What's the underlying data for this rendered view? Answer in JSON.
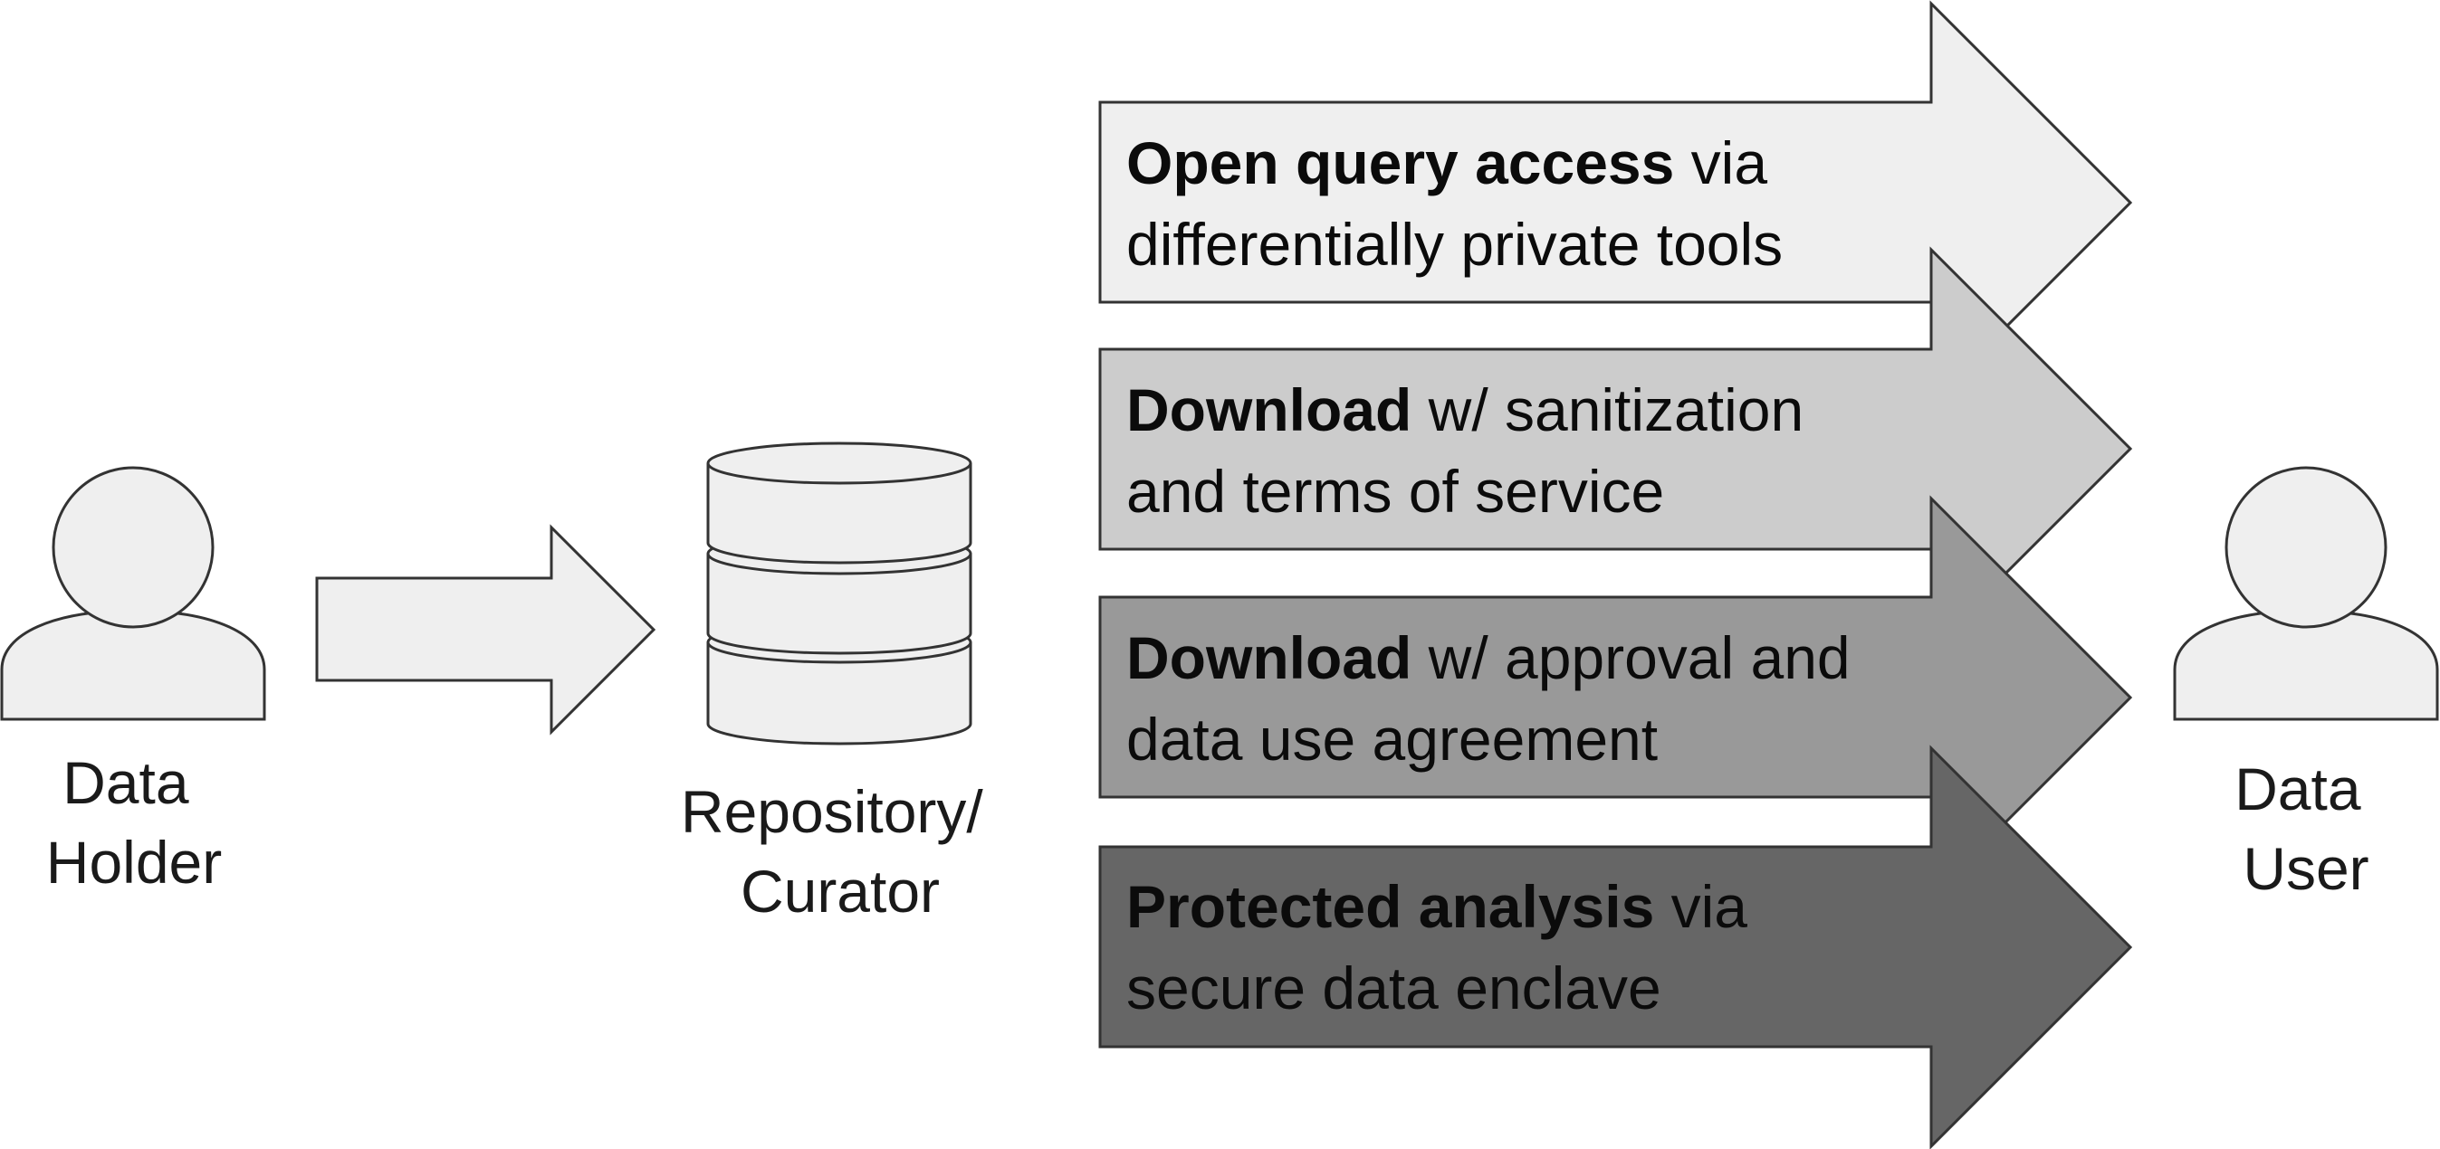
{
  "nodes": {
    "data_holder": {
      "line1": "Data",
      "line2": "Holder"
    },
    "repository": {
      "line1": "Repository/",
      "line2": "Curator"
    },
    "data_user": {
      "line1": "Data",
      "line2": "User"
    }
  },
  "access_arrows": [
    {
      "bold": "Open query access",
      "rest": " via",
      "line2": "differentially private tools",
      "fill": "#efefef",
      "text_color": "#0b0b0b"
    },
    {
      "bold": "Download",
      "rest": " w/ sanitization",
      "line2": "and terms of service",
      "fill": "#cccccc",
      "text_color": "#0b0b0b"
    },
    {
      "bold": "Download",
      "rest": " w/ approval and",
      "line2": "data use agreement",
      "fill": "#999999",
      "text_color": "#0b0b0b"
    },
    {
      "bold": "Protected analysis",
      "rest": " via",
      "line2": "secure data enclave",
      "fill": "#666666",
      "text_color": "#0b0b0b"
    }
  ],
  "colors": {
    "outline": "#333333",
    "icon_fill": "#efefef"
  }
}
